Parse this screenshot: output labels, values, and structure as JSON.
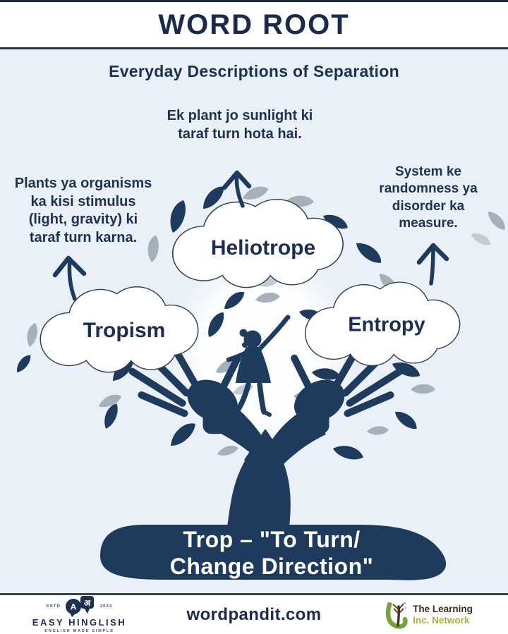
{
  "header": {
    "title": "WORD ROOT",
    "subtitle": "Everyday Descriptions of Separation"
  },
  "descriptions": {
    "top": {
      "l1": "Ek plant jo sunlight ki",
      "l2": "taraf turn hota hai."
    },
    "left": {
      "l1": "Plants ya organisms",
      "l2": "ka kisi stimulus",
      "l3": "(light, gravity) ki",
      "l4": "taraf turn karna."
    },
    "right": {
      "l1": "System ke",
      "l2": "randomness ya",
      "l3": "disorder ka",
      "l4": "measure."
    }
  },
  "clouds": [
    {
      "label": "Tropism"
    },
    {
      "label": "Heliotrope"
    },
    {
      "label": "Entropy"
    }
  ],
  "root_banner": {
    "l1": "Trop – \"To Turn/",
    "l2": "Change Direction\""
  },
  "footer": {
    "brand": {
      "estd": "ESTD",
      "year": "2024",
      "bubble_latin": "A",
      "bubble_hindi": "अ",
      "name": "EASY HINGLISH",
      "tagline": "ENGLISH MADE SIMPLE"
    },
    "website": "wordpandit.com",
    "partner": {
      "l1": "The Learning",
      "l2": "Inc. Network"
    }
  },
  "colors": {
    "navy": "#1e3a5c",
    "text_navy": "#1b2b4c",
    "background": "#e9f0f8",
    "leaf_gray": "#a6b0bb",
    "leaf_light": "#c3cad3",
    "cloud_white": "#ffffff",
    "learning_green": "#a9b23a",
    "learning_logo_green": "#79a23b",
    "learning_brown": "#50331c"
  }
}
